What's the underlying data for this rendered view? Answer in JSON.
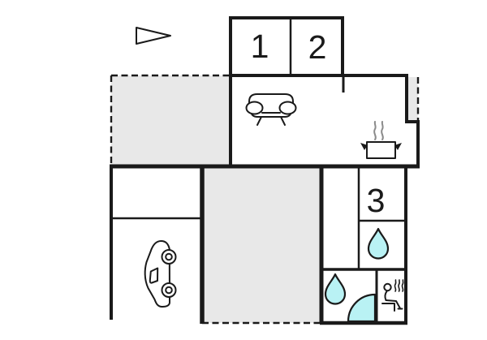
{
  "colors": {
    "wall": "#1a1a1a",
    "area_fill": "#e8e8e8",
    "water_fill": "#b9f2f4",
    "steam": "#8a8a8a",
    "background": "#ffffff"
  },
  "rooms": [
    {
      "id": "room-1",
      "label": "1"
    },
    {
      "id": "room-2",
      "label": "2"
    },
    {
      "id": "room-3",
      "label": "3"
    }
  ],
  "icons": [
    {
      "name": "direction-arrow-icon",
      "meaning": "orientation arrow"
    },
    {
      "name": "sofa-icon",
      "meaning": "living room"
    },
    {
      "name": "cooking-pot-icon",
      "meaning": "kitchen"
    },
    {
      "name": "pot-steam-icon",
      "meaning": "steam"
    },
    {
      "name": "car-icon",
      "meaning": "garage / carport"
    },
    {
      "name": "shower-drop-icon",
      "meaning": "shower room"
    },
    {
      "name": "bath-drop-icon",
      "meaning": "bathroom"
    },
    {
      "name": "shower-screen-icon",
      "meaning": "shower enclosure"
    },
    {
      "name": "sauna-person-icon",
      "meaning": "sauna"
    }
  ]
}
